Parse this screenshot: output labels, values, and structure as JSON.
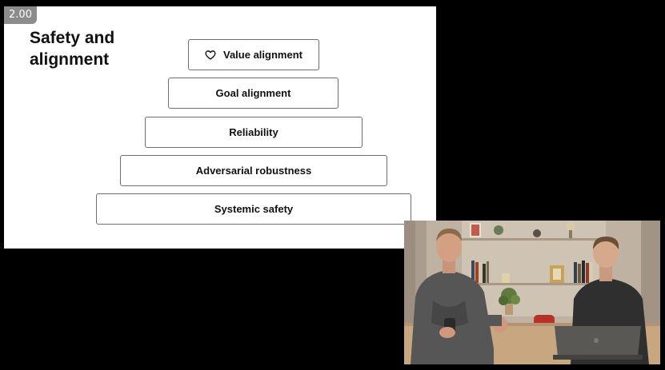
{
  "speed_badge": "2.00",
  "slide": {
    "title": "Safety and alignment",
    "tiers": [
      {
        "label": "Value alignment",
        "icon": "heart-icon"
      },
      {
        "label": "Goal alignment"
      },
      {
        "label": "Reliability"
      },
      {
        "label": "Adversarial robustness"
      },
      {
        "label": "Systemic safety"
      }
    ]
  },
  "colors": {
    "background": "#000000",
    "slide_background": "#ffffff",
    "badge_background": "#8c8c8c",
    "tier_border": "#6e6e6e",
    "text": "#111111"
  }
}
